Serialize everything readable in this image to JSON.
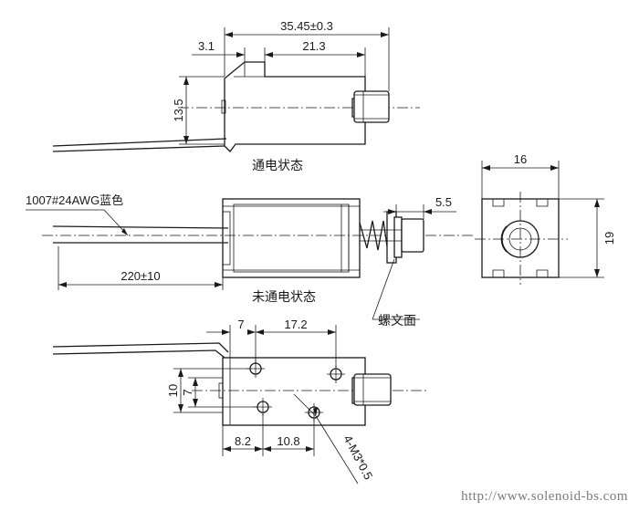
{
  "dimensions": {
    "overall_length": "35.45±0.3",
    "flange_offset": "3.1",
    "body_length": "21.3",
    "height_top": "13.5",
    "width_end": "16",
    "height_end": "19",
    "stroke": "5.5",
    "lead_length": "220±10",
    "hole_offset_top": "7",
    "hole_spacing_top": "17.2",
    "height_bottom_outer": "10",
    "height_bottom_inner": "7",
    "hole_offset_bottom": "8.2",
    "hole_spacing_bottom": "10.8",
    "mount_thread": "4-M3*0.5"
  },
  "labels": {
    "energized_state": "通电状态",
    "de_energized_state": "未通电状态",
    "thread_face": "螺文面",
    "wire_spec": "1007#24AWG蓝色"
  },
  "watermark": "http://www.solenoid-bs.com"
}
